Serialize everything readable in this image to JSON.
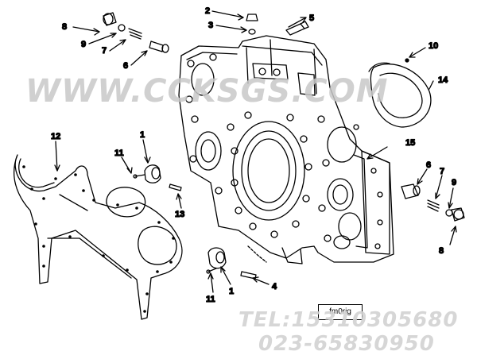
{
  "callouts": {
    "c8_tl": "8",
    "c9_tl": "9",
    "c7_tl": "7",
    "c6_tl": "6",
    "c2": "2",
    "c3": "3",
    "c5": "5",
    "c10": "10",
    "c14": "14",
    "c12": "12",
    "c1_top": "1",
    "c11_top": "11",
    "c13": "13",
    "c15": "15",
    "c6_r": "6",
    "c7_r": "7",
    "c9_r": "9",
    "c8_r": "8",
    "c4": "4",
    "c11_bot": "11",
    "c1_bot": "1"
  },
  "tag_label": "fm0rig",
  "watermark": {
    "site": "WWW.CCKSGS.COM",
    "tel": "TEL:15310305680",
    "fax": "023-65830950"
  }
}
